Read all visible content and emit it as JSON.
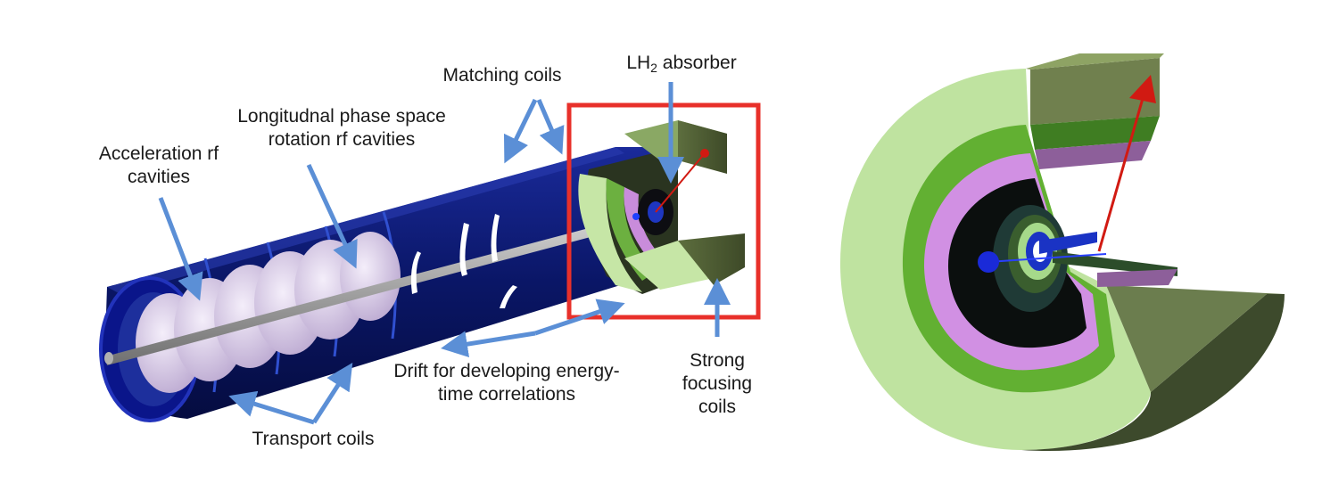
{
  "labels": {
    "acceleration": "Acceleration rf\ncavities",
    "longitudinal": "Longitudnal phase space\nrotation rf cavities",
    "matching": "Matching coils",
    "lh2_main": "LH",
    "lh2_sub": "2",
    "lh2_rest": " absorber",
    "drift": "Drift for developing energy-\ntime correlations",
    "strong": "Strong\nfocusing\ncoils",
    "transport": "Transport coils"
  },
  "colors": {
    "arrow": "#5b8fd6",
    "highlight_box": "#e8302a",
    "outer_tube": "#0d1a6e",
    "coil_green_light": "#bde39a",
    "coil_green_dark": "#5aa22f",
    "coil_violet": "#cf8fe0",
    "axis_red": "#d11a12"
  }
}
